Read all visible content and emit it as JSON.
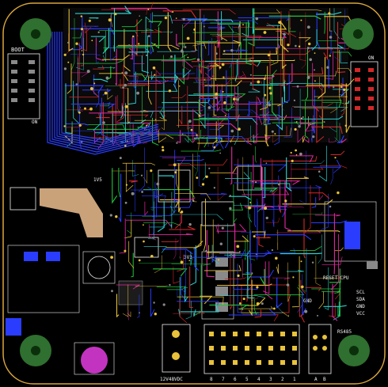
{
  "board": {
    "colors": {
      "background": "#000000",
      "outline": "#d9a63a",
      "top_copper": "#d22828",
      "bottom_copper": "#2a3dff",
      "inner_green": "#22c43a",
      "silkscreen": "#f2f2f2",
      "pad_yellow": "#e8c23a",
      "pad_gray": "#8a8a8a",
      "magenta": "#e0279f",
      "cyan": "#2fd0d0",
      "mounting_hole": "#2f6f2f",
      "tan_pour": "#c9a27a"
    },
    "labels": {
      "boot": "BOOT",
      "on_left": "ON",
      "on_right": "ON",
      "voltage_1v5": "1V5",
      "voltage_3v3": "3V3",
      "power_input": "12V48VDC",
      "reset_cpu": "RESET CPU",
      "gnd": "GND",
      "rs485": "RS485",
      "connector_numbers": [
        "8",
        "7",
        "6",
        "5",
        "4",
        "3",
        "2",
        "1"
      ],
      "connector_ab": [
        "A",
        "B"
      ],
      "side_signals": [
        "SCL",
        "SDA",
        "GND",
        "VCC"
      ]
    }
  }
}
